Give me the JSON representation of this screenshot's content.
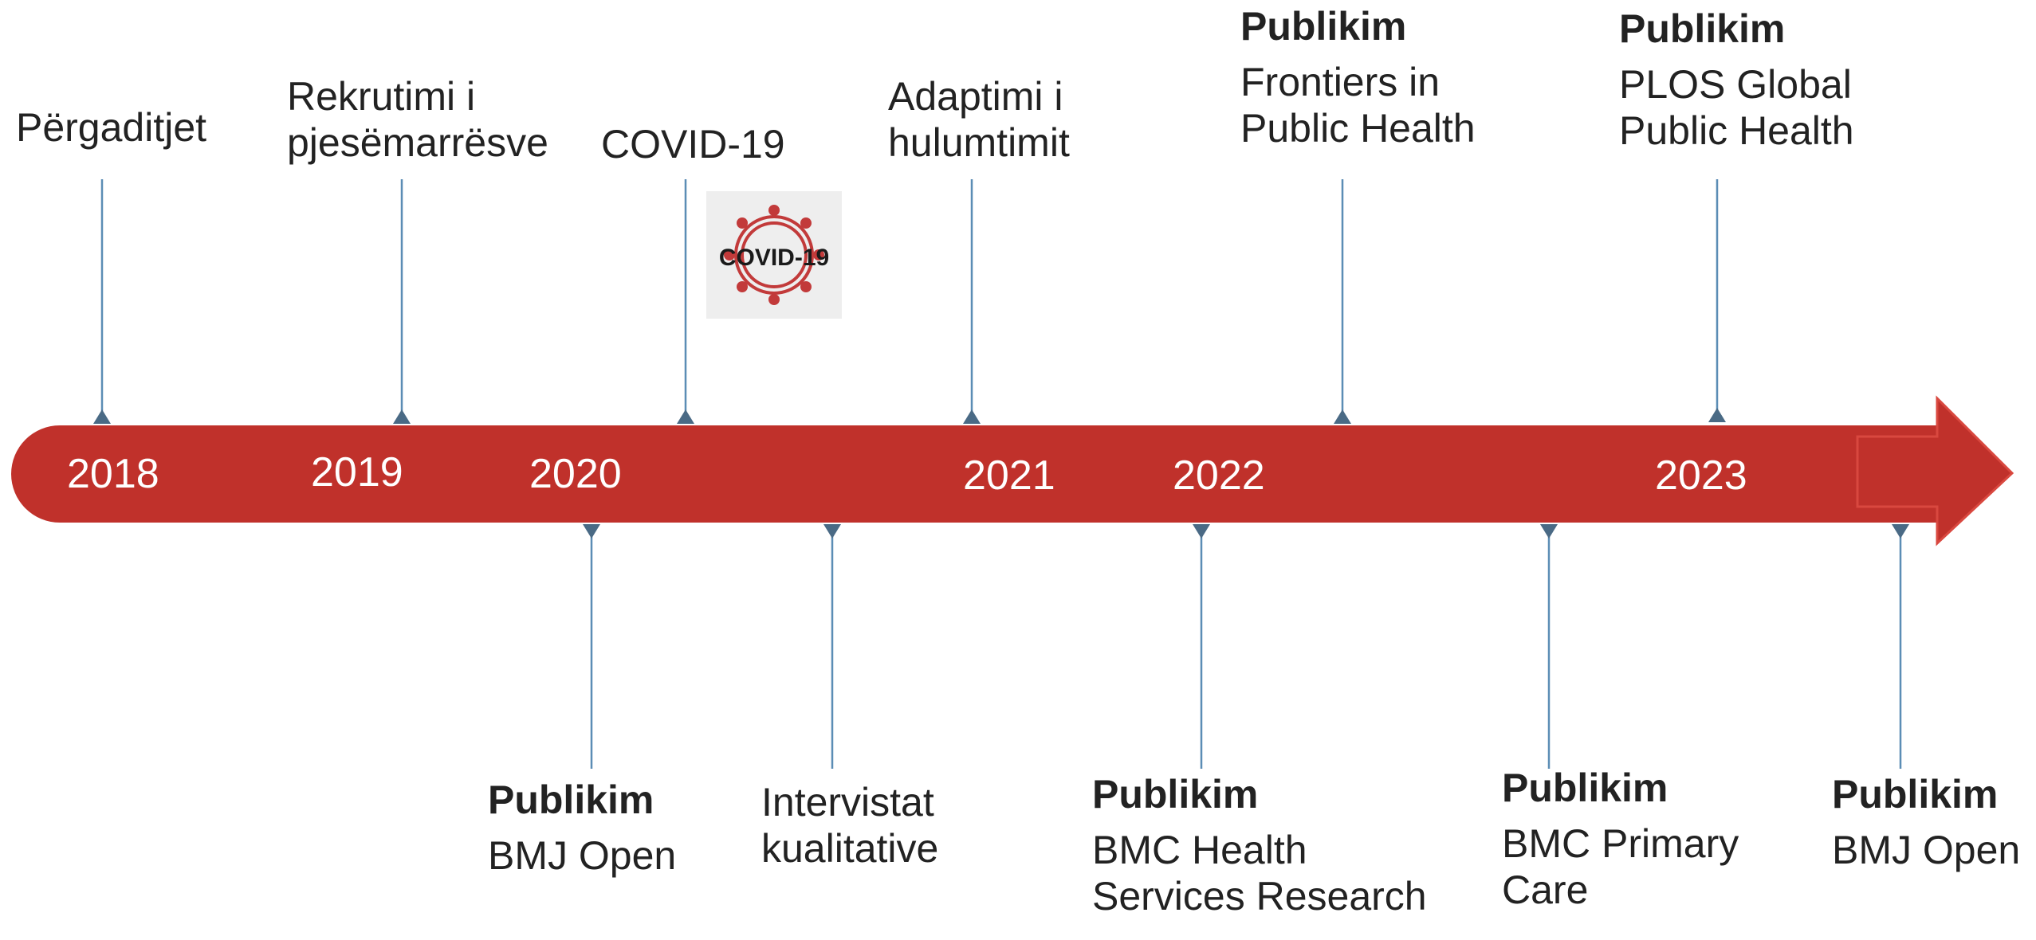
{
  "colors": {
    "arrow": "#c0312b",
    "connector": "#5b8db5",
    "marker": "#4a6a85",
    "text": "#222222"
  },
  "years": [
    "2018",
    "2019",
    "2020",
    "2021",
    "2022",
    "2023"
  ],
  "events_top": [
    {
      "heading": "",
      "lines": [
        "Përgaditjet"
      ]
    },
    {
      "heading": "",
      "lines": [
        "Rekrutimi i",
        "pjesëmarrësve"
      ]
    },
    {
      "heading": "",
      "lines": [
        "COVID-19"
      ]
    },
    {
      "heading": "",
      "lines": [
        "Adaptimi i",
        "hulumtimit"
      ]
    },
    {
      "heading": "Publikim",
      "lines": [
        "Frontiers in",
        "Public Health"
      ]
    },
    {
      "heading": "Publikim",
      "lines": [
        "PLOS Global",
        "Public Health"
      ]
    }
  ],
  "events_bottom": [
    {
      "heading": "Publikim",
      "lines": [
        "BMJ Open"
      ]
    },
    {
      "heading": "",
      "lines": [
        "Intervistat",
        "kualitative"
      ]
    },
    {
      "heading": "Publikim",
      "lines": [
        "BMC Health",
        "Services Research"
      ]
    },
    {
      "heading": "Publikim",
      "lines": [
        "BMC Primary",
        "Care"
      ]
    },
    {
      "heading": "Publikim",
      "lines": [
        "BMJ Open"
      ]
    }
  ],
  "covid_image": {
    "text": "COVID-19",
    "icon": "covid-virus-icon"
  }
}
